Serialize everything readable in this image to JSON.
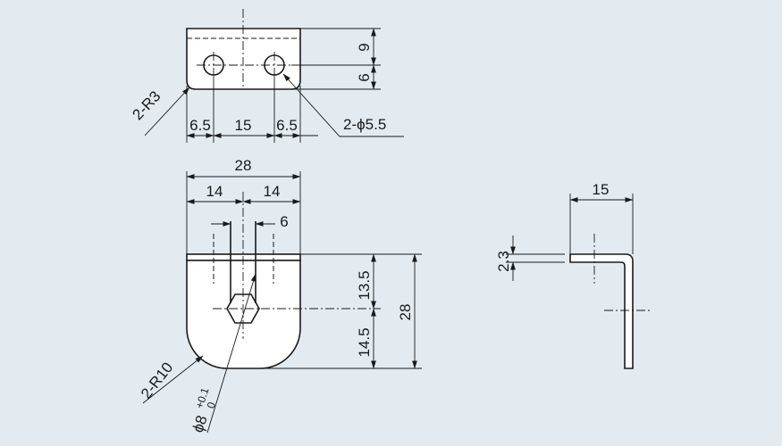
{
  "top_view": {
    "dim_9": "9",
    "dim_6": "6",
    "dim_6_5_left": "6.5",
    "dim_15": "15",
    "dim_6_5_right": "6.5",
    "radius": "2-R3",
    "holes": "2-ϕ5.5"
  },
  "front_view": {
    "dim_28_width": "28",
    "dim_14_left": "14",
    "dim_14_right": "14",
    "dim_6_slot": "6",
    "dim_13_5": "13.5",
    "dim_14_5": "14.5",
    "dim_28_height": "28",
    "radius": "2-R10",
    "hole_dia": "ϕ8",
    "tol_upper": "+0.1",
    "tol_lower": "0"
  },
  "side_view": {
    "dim_15": "15",
    "dim_2_3": "2.3"
  },
  "colors": {
    "background": "#e3ebf1",
    "part_fill": "#ffffff",
    "line": "#1a1a1a"
  }
}
